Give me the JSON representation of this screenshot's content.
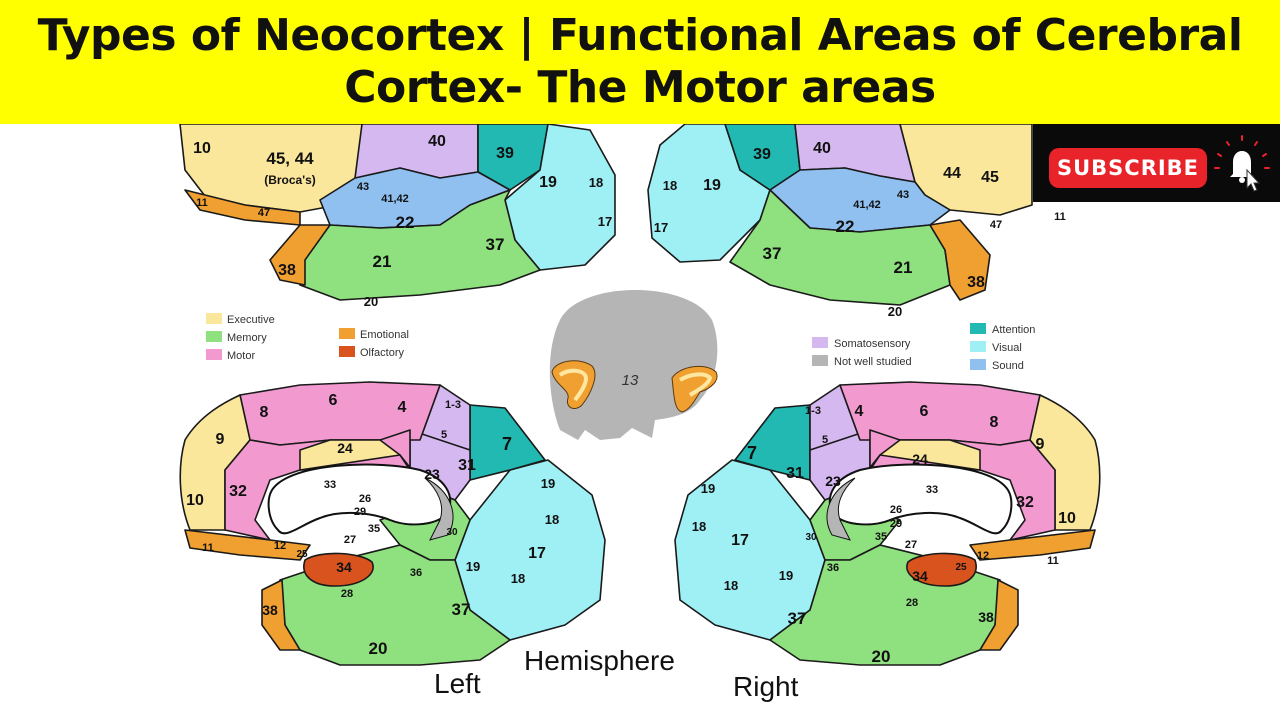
{
  "title": {
    "line1": "Types of Neocortex | Functional Areas of Cerebral",
    "line2": "Cortex- The Motor areas"
  },
  "subscribe": {
    "label": "SUBSCRIBE",
    "icon": "bell-icon"
  },
  "colors": {
    "banner": "#ffff00",
    "executive": "#fbe79b",
    "memory": "#8fe07e",
    "motor": "#f29ad0",
    "emotional": "#f0a030",
    "olfactory": "#d9531e",
    "somatosensory": "#d6b8f0",
    "not_well_studied": "#b5b5b5",
    "attention": "#22b9b3",
    "visual": "#9ff0f5",
    "sound": "#8fc0f0"
  },
  "legend_left": [
    {
      "label": "Executive",
      "color": "#fbe79b"
    },
    {
      "label": "Memory",
      "color": "#8fe07e"
    },
    {
      "label": "Motor",
      "color": "#f29ad0"
    },
    {
      "label": "Emotional",
      "color": "#f0a030"
    },
    {
      "label": "Olfactory",
      "color": "#d9531e"
    }
  ],
  "legend_right": [
    {
      "label": "Somatosensory",
      "color": "#d6b8f0"
    },
    {
      "label": "Not well studied",
      "color": "#b5b5b5"
    },
    {
      "label": "Attention",
      "color": "#22b9b3"
    },
    {
      "label": "Visual",
      "color": "#9ff0f5"
    },
    {
      "label": "Sound",
      "color": "#8fc0f0"
    }
  ],
  "lateral_left_labels": [
    "10",
    "45, 44",
    "(Broca's)",
    "40",
    "39",
    "19",
    "18",
    "17",
    "11",
    "47",
    "43",
    "41,42",
    "22",
    "37",
    "38",
    "21",
    "20"
  ],
  "lateral_right_labels": [
    "39",
    "40",
    "18",
    "19",
    "17",
    "44",
    "45",
    "43",
    "41,42",
    "22",
    "47",
    "11",
    "37",
    "21",
    "38",
    "20"
  ],
  "insula_label": "13",
  "medial_left_labels": [
    "6",
    "4",
    "1-3",
    "8",
    "5",
    "7",
    "9",
    "24",
    "31",
    "23",
    "33",
    "10",
    "32",
    "26",
    "29",
    "35",
    "30",
    "19",
    "18",
    "27",
    "11",
    "12",
    "25",
    "17",
    "34",
    "36",
    "19",
    "18",
    "28",
    "38",
    "37",
    "20"
  ],
  "medial_right_labels": [
    "1-3",
    "4",
    "6",
    "8",
    "5",
    "7",
    "9",
    "24",
    "31",
    "23",
    "33",
    "19",
    "26",
    "29",
    "32",
    "10",
    "18",
    "35",
    "30",
    "27",
    "17",
    "12",
    "11",
    "36",
    "34",
    "19",
    "18",
    "25",
    "28",
    "37",
    "38",
    "20"
  ],
  "hemisphere": {
    "left": "Left",
    "center": "Hemisphere",
    "right": "Right"
  }
}
